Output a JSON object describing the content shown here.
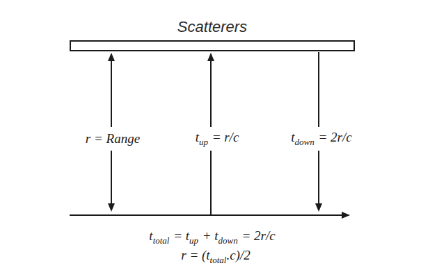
{
  "diagram": {
    "nodes": [
      {
        "text": [
          "Scatterers"
        ]
      }
    ],
    "labels": [
      "r = Range",
      "t",
      "up",
      "= r/c",
      "t",
      "down",
      "= 2r/c",
      "t",
      "total",
      "= t",
      "up",
      "+ t",
      "down",
      "= 2r/c",
      "r = (t",
      "total",
      ".c)/2"
    ]
  }
}
